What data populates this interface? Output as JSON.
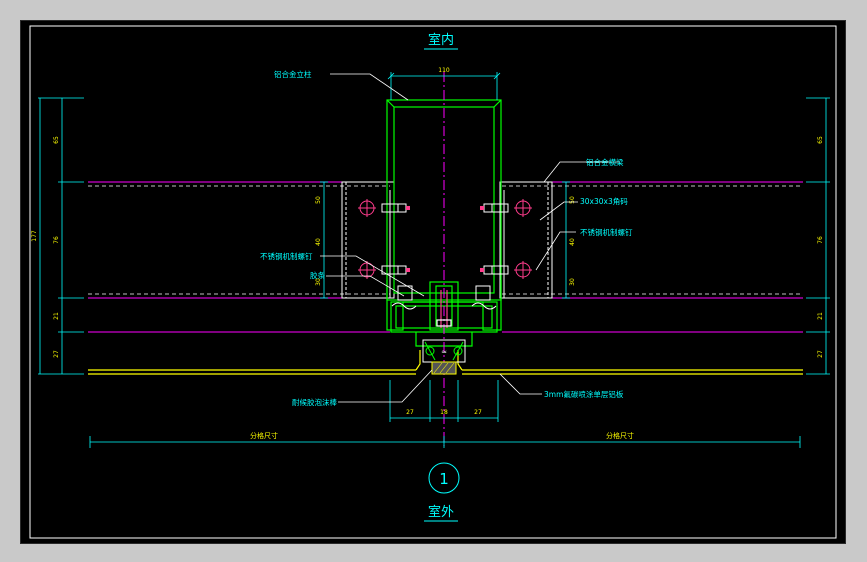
{
  "drawing": {
    "title_top": "室内",
    "title_bottom": "室外",
    "detail_number": "1",
    "labels": {
      "mullion": "铝合金立柱",
      "transom": "铝合金横梁",
      "angle": "30x30x3角码",
      "screw_upper": "不锈钢机制螺钉",
      "screw_left": "不锈钢机制螺钉",
      "glue": "胶条",
      "foam_rod": "耐候胶泡沫棒",
      "panel": "3mm氟碳喷涂单层铝板",
      "grid_left": "分格尺寸",
      "grid_right": "分格尺寸"
    },
    "dims": {
      "top_width": "110",
      "bottom_left": "27",
      "bottom_mid": "18",
      "bottom_right": "27",
      "left_total": "177",
      "left_seg1": "65",
      "left_seg2": "76",
      "left_seg3": "21",
      "left_seg4": "27",
      "right_seg1": "65",
      "right_seg2": "76",
      "right_seg3": "21",
      "right_seg4": "27",
      "bracket_a": "50",
      "bracket_b": "40",
      "bracket_c": "30"
    },
    "colors": {
      "frame": "#00ff00",
      "dimension": "#00ffff",
      "transom": "#ff00ff",
      "panel": "#ffff00",
      "hardware": "#ffffff",
      "bolt": "#ff3c8c",
      "axis": "#ff00ff",
      "seal": "#00ff00"
    }
  }
}
